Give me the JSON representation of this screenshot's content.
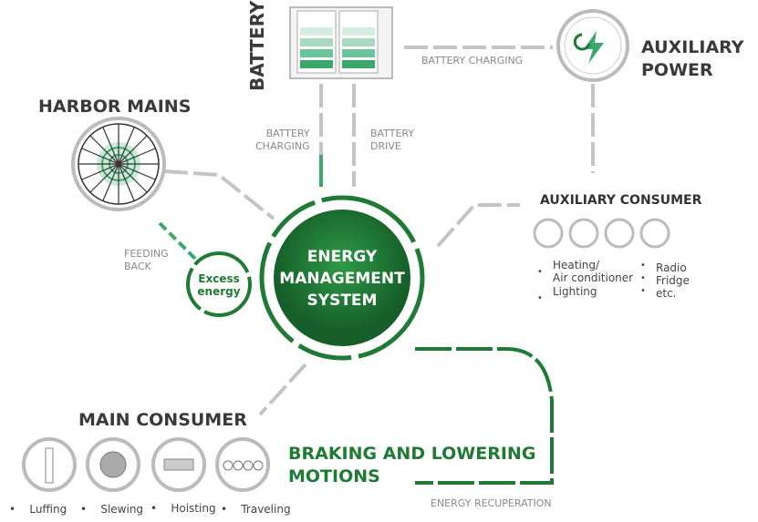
{
  "battery": {
    "title": "BATTERY",
    "charging_top": "BATTERY CHARGING",
    "charging": "BATTERY\nCHARGING",
    "drive": "BATTERY\nDRIVE"
  },
  "aux_power": {
    "title": "AUXILIARY\nPOWER",
    "icon": "lightning-bolt-icon"
  },
  "harbor": {
    "title": "HARBOR MAINS",
    "feeding": "FEEDING\nBACK"
  },
  "excess": {
    "label": "Excess\nenergy"
  },
  "ems": {
    "label": "ENERGY\nMANAGEMENT\nSYSTEM"
  },
  "aux_consumer": {
    "title": "AUXILIARY CONSUMER",
    "icons": [
      "snowflake-icon",
      "heat-icon",
      "light-icon",
      "radio-fridge-icon"
    ],
    "col1": [
      "Heating/\nAir conditioner",
      "Lighting"
    ],
    "col2": [
      "Radio",
      "Fridge",
      "etc."
    ]
  },
  "main_consumer": {
    "title": "MAIN CONSUMER",
    "items": [
      "Luffing",
      "Slewing",
      "Hoisting",
      "Traveling"
    ]
  },
  "braking": {
    "title": "BRAKING AND LOWERING\nMOTIONS",
    "recuperation": "ENERGY RECUPERATION"
  },
  "colors": {
    "green": "#1e7a34",
    "light_green": "#3aa86b",
    "gray": "#bbbbbb"
  }
}
